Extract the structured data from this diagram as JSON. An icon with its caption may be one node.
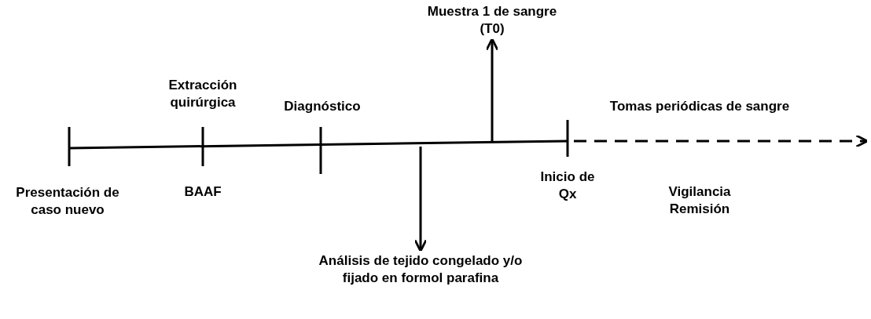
{
  "diagram": {
    "nodes": [
      {
        "text": [
          "Muestra 1 de sangre (T0)"
        ]
      },
      {
        "text": [
          "Análisis de tejido congelado y/o fijado en formol parafina"
        ]
      }
    ],
    "edges": [
      {
        "from": null,
        "to": 0,
        "arrow": "to"
      },
      {
        "from": null,
        "to": 1,
        "arrow": "to"
      }
    ],
    "labels": [
      "Extracción quirúrgica",
      "Diagnóstico",
      "Tomas periódicas de sangre",
      "Presentación de caso nuevo",
      "BAAF",
      "Inicio de Qx",
      "Vigilancia",
      "Remisión"
    ]
  }
}
